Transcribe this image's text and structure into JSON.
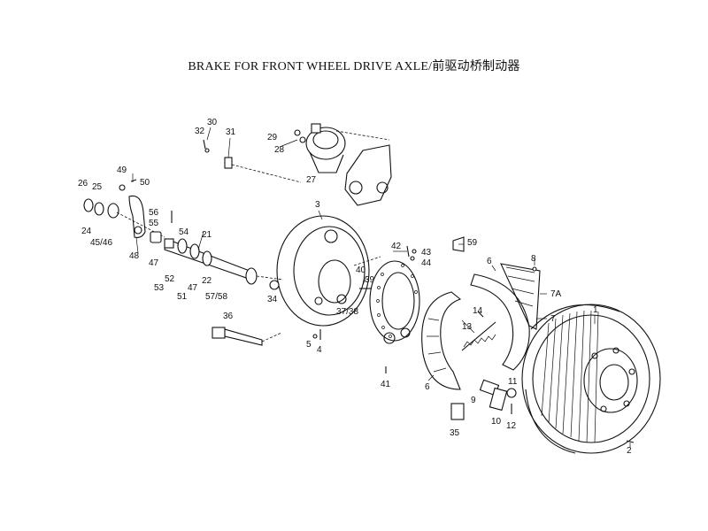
{
  "title": "BRAKE FOR FRONT WHEEL DRIVE AXLE/前驱动桥制动器",
  "callouts": {
    "c1": "1",
    "c2": "2",
    "c3": "3",
    "c4": "4",
    "c5": "5",
    "c6a": "6",
    "c6b": "6",
    "c7": "7",
    "c7a": "7A",
    "c8": "8",
    "c9": "9",
    "c10": "10",
    "c11": "11",
    "c12": "12",
    "c13": "13",
    "c14": "14",
    "c21": "21",
    "c22": "22",
    "c24": "24",
    "c25": "25",
    "c26": "26",
    "c27": "27",
    "c28": "28",
    "c29": "29",
    "c30": "30",
    "c31": "31",
    "c32": "32",
    "c34": "34",
    "c35": "35",
    "c36": "36",
    "c3738": "37/38",
    "c39": "39",
    "c40": "40",
    "c41": "41",
    "c42": "42",
    "c43": "43",
    "c44": "44",
    "c4546": "45/46",
    "c47a": "47",
    "c47b": "47",
    "c48": "48",
    "c49": "49",
    "c50": "50",
    "c51": "51",
    "c52": "52",
    "c53": "53",
    "c54": "54",
    "c55": "55",
    "c56": "56",
    "c5758": "57/58",
    "c59": "59"
  }
}
